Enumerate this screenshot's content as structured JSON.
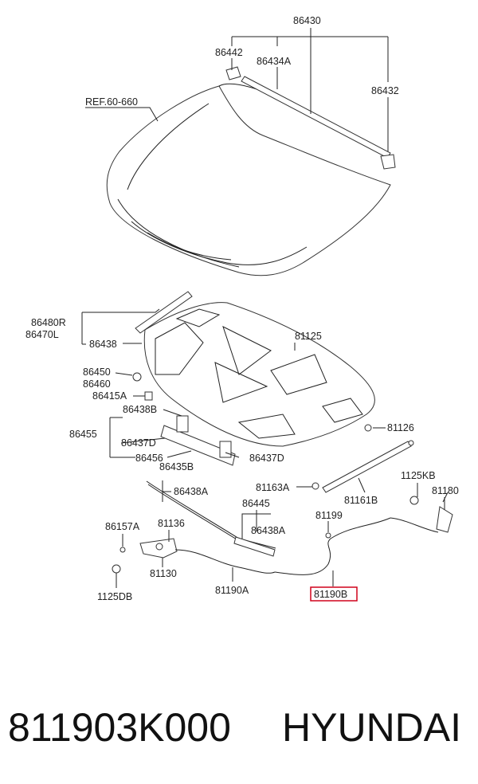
{
  "labels": {
    "l86430": "86430",
    "l86442": "86442",
    "l86434A": "86434A",
    "l86432": "86432",
    "ref": "REF.60-660",
    "l86480R": "86480R",
    "l86470L": "86470L",
    "l86438": "86438",
    "l81125": "81125",
    "l86450": "86450",
    "l86460": "86460",
    "l86415A": "86415A",
    "l86438B": "86438B",
    "l86455": "86455",
    "l86437D_a": "86437D",
    "l86456": "86456",
    "l86437D_b": "86437D",
    "l81126": "81126",
    "l86435B": "86435B",
    "l86438A_a": "86438A",
    "l81163A": "81163A",
    "l1125KB": "1125KB",
    "l81180": "81180",
    "l86445": "86445",
    "l81161B": "81161B",
    "l86157A": "86157A",
    "l81136": "81136",
    "l86438A_b": "86438A",
    "l81199": "81199",
    "l81130": "81130",
    "l81190A": "81190A",
    "l81190B": "81190B",
    "l1125DB": "1125DB"
  },
  "highlight_color": "#d0021b",
  "footer": {
    "part_number": "811903K000",
    "brand": "HYUNDAI"
  }
}
